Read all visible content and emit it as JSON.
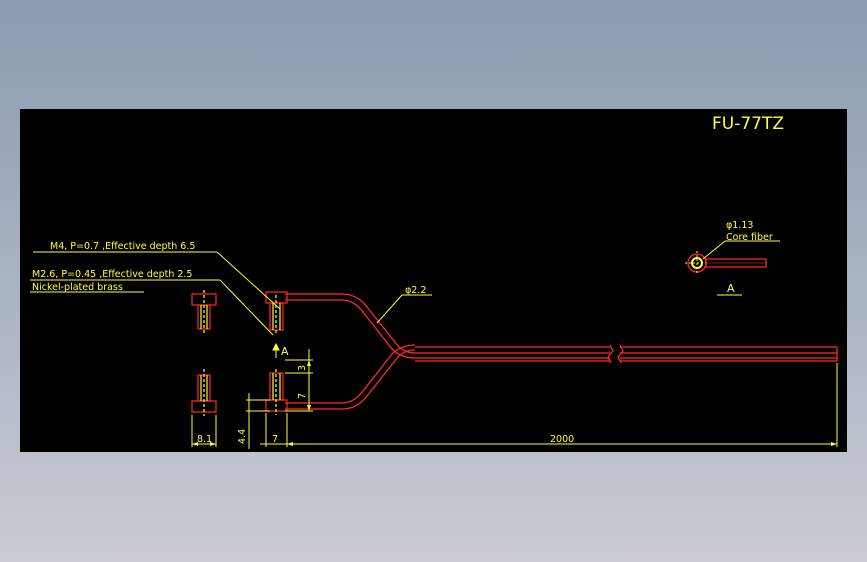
{
  "drawing": {
    "title": "FU-77TZ",
    "colors": {
      "background": "#000000",
      "outline": "#ff2a2a",
      "annotation": "#ffff33",
      "page_gradient_top": "#8a9bb0",
      "page_gradient_bottom": "#c9ccd3"
    },
    "annotations": {
      "thread_m4": "M4, P=0.7 ,Effective depth 6.5",
      "thread_m26": "M2.6, P=0.45 ,Effective depth 2.5",
      "material": "Nickel-plated brass",
      "cable_dia": "φ2.2",
      "fiber_dia": "φ1.13",
      "fiber_label": "Core fiber",
      "view_arrow": "A",
      "view_label": "A"
    },
    "dimensions": {
      "width_81": "8.1",
      "height_44": "4.4",
      "len_7_horizontal": "7",
      "len_3": "3",
      "len_7_vertical": "7",
      "cable_length": "2000"
    }
  }
}
